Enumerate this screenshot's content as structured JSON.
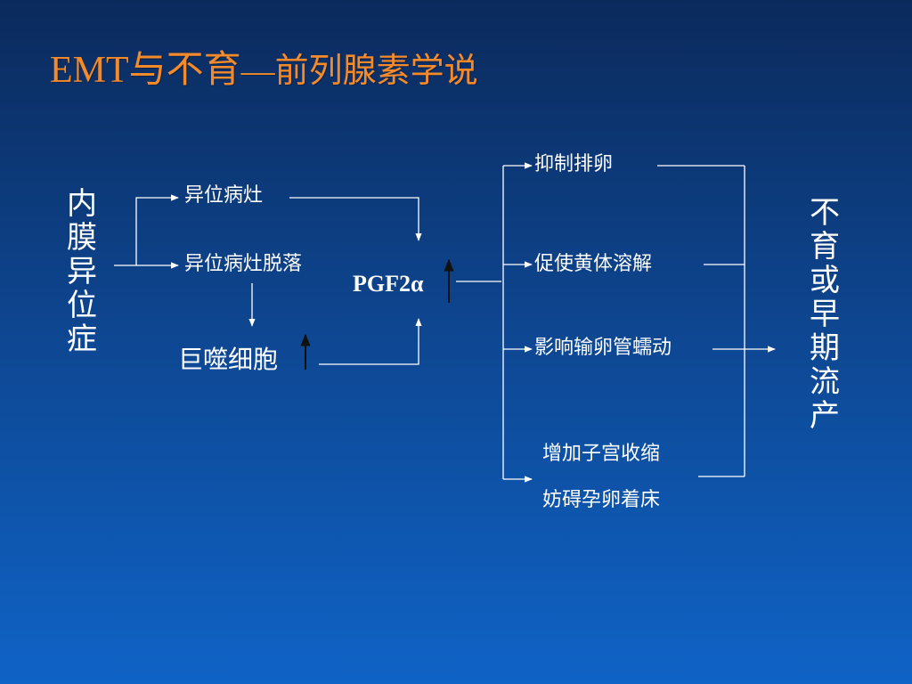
{
  "slide": {
    "title_main": "EMT与不育",
    "title_sub": "—前列腺素学说"
  },
  "diagram": {
    "left_vertical": "内膜异位症",
    "right_vertical": "不育或早期流产",
    "node_ectopic_focus": "异位病灶",
    "node_focus_shedding": "异位病灶脱落",
    "node_macrophage": "巨噬细胞",
    "node_pgf": "PGF2α",
    "effects": [
      "抑制排卵",
      "促使黄体溶解",
      "影响输卵管蠕动",
      "增加子宫收缩",
      "妨碍孕卵着床"
    ]
  },
  "colors": {
    "title": "#f58a2b",
    "text": "#ffffff",
    "lines": "#ffffff",
    "background_top": "#0b2a5c",
    "background_bottom": "#0f63c6",
    "up_arrow": "#111111"
  }
}
